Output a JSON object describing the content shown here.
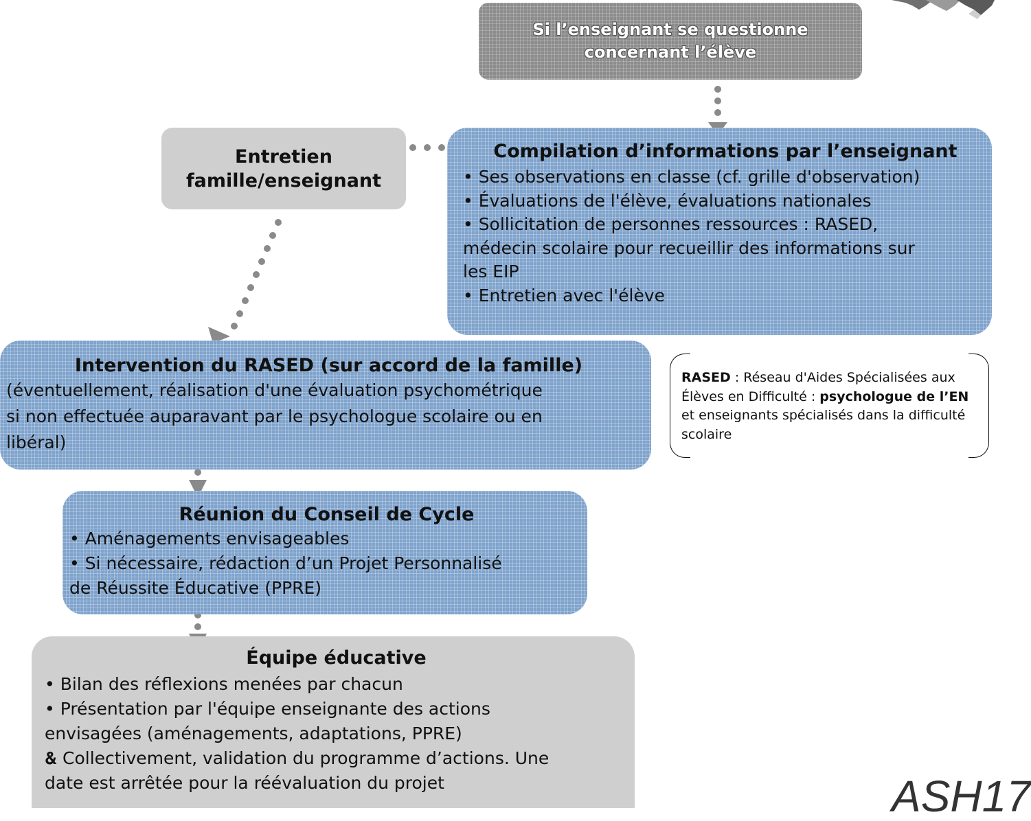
{
  "start": {
    "line1": "Si l’enseignant se questionne",
    "line2": "concernant l’élève"
  },
  "entretien": {
    "line1": "Entretien",
    "line2": "famille/enseignant"
  },
  "compilation": {
    "title": "Compilation d’informations par l’enseignant",
    "items": [
      "• Ses observations en classe (cf. grille d'observation)",
      "• Évaluations de l'élève, évaluations nationales",
      "• Sollicitation de personnes ressources : RASED,",
      "médecin scolaire pour recueillir des informations sur",
      "les EIP",
      "• Entretien avec l'élève"
    ]
  },
  "rased": {
    "title": "Intervention du RASED (sur accord de la famille)",
    "lines": [
      "(éventuellement, réalisation d'une évaluation psychométrique",
      "si non effectuée auparavant par le psychologue scolaire ou en",
      "libéral)"
    ]
  },
  "note": {
    "term": "RASED",
    "part1": " : Réseau d'Aides Spécialisées aux Élèves en Difficulté : ",
    "bold2": "psychologue de l’EN",
    "part2": " et enseignants spécialisés dans la difficulté scolaire"
  },
  "conseil": {
    "title": "Réunion du Conseil de Cycle",
    "lines": [
      "• Aménagements envisageables",
      "• Si nécessaire, rédaction d’un Projet Personnalisé",
      "de Réussite Éducative (PPRE)"
    ]
  },
  "equipe": {
    "title": "Équipe éducative",
    "lines": [
      "• Bilan des réflexions menées par chacun",
      "• Présentation par l'équipe enseignante des actions",
      "envisagées (aménagements, adaptations, PPRE)",
      "🙴 Collectivement, validation du programme d’actions. Une",
      "date est arrêtée pour la réévaluation du projet"
    ]
  },
  "watermark": "ASH17",
  "colors": {
    "blue_box": "#7fa3cc",
    "gray_box": "#8c8c8c",
    "light_gray_box": "#cfcfcf",
    "connector": "#8a8a8a"
  }
}
